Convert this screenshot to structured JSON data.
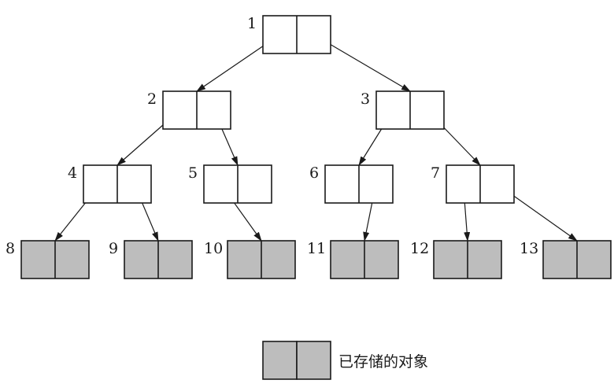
{
  "nodes": [
    {
      "id": 1,
      "label": "1",
      "stored": false
    },
    {
      "id": 2,
      "label": "2",
      "stored": false
    },
    {
      "id": 3,
      "label": "3",
      "stored": false
    },
    {
      "id": 4,
      "label": "4",
      "stored": false
    },
    {
      "id": 5,
      "label": "5",
      "stored": false
    },
    {
      "id": 6,
      "label": "6",
      "stored": false
    },
    {
      "id": 7,
      "label": "7",
      "stored": false
    },
    {
      "id": 8,
      "label": "8",
      "stored": true
    },
    {
      "id": 9,
      "label": "9",
      "stored": true
    },
    {
      "id": 10,
      "label": "10",
      "stored": true
    },
    {
      "id": 11,
      "label": "11",
      "stored": true
    },
    {
      "id": 12,
      "label": "12",
      "stored": true
    },
    {
      "id": 13,
      "label": "13",
      "stored": true
    }
  ],
  "edges": [
    {
      "from": 1,
      "slot": "left",
      "to": 2
    },
    {
      "from": 1,
      "slot": "right",
      "to": 3
    },
    {
      "from": 2,
      "slot": "left",
      "to": 4
    },
    {
      "from": 2,
      "slot": "right",
      "to": 5
    },
    {
      "from": 3,
      "slot": "left",
      "to": 6
    },
    {
      "from": 3,
      "slot": "right",
      "to": 7
    },
    {
      "from": 4,
      "slot": "left",
      "to": 8
    },
    {
      "from": 4,
      "slot": "right",
      "to": 9
    },
    {
      "from": 5,
      "slot": "left",
      "to": 10
    },
    {
      "from": 6,
      "slot": "right",
      "to": 11
    },
    {
      "from": 7,
      "slot": "left",
      "to": 12
    },
    {
      "from": 7,
      "slot": "right",
      "to": 13
    }
  ],
  "legend": {
    "label": "已存储的对象"
  },
  "colors": {
    "stored_fill": "#bdbdbd",
    "outline": "#1a1a1a",
    "empty_fill": "#ffffff"
  }
}
